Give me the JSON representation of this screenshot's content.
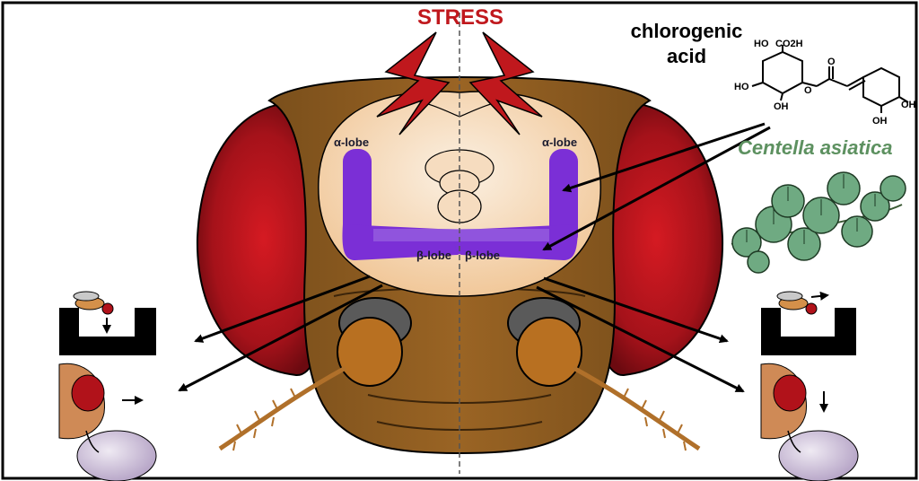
{
  "diagram": {
    "stress_label": "STRESS",
    "compound_name_line1": "chlorogenic",
    "compound_name_line2": "acid",
    "plant_name": "Centella asiatica",
    "alpha_lobe_left": "α-lobe",
    "alpha_lobe_right": "α-lobe",
    "beta_lobe_left": "β-lobe",
    "beta_lobe_right": "β-lobe",
    "molecule": {
      "ho_top": "HO",
      "co2h": "CO2H",
      "ho_left": "HO",
      "oh_bottom": "OH",
      "oh_right1": "OH",
      "oh_right2": "OH",
      "o_ester": "O",
      "o_carbonyl": "O"
    }
  },
  "colors": {
    "stress_red": "#c0181d",
    "head_brown": "#8b5a1e",
    "eye_red": "#b1121a",
    "mushroom_body_purple": "#7b2fd6",
    "brain_peach": "#f6d8b4",
    "plant_green": "#5d9160"
  }
}
